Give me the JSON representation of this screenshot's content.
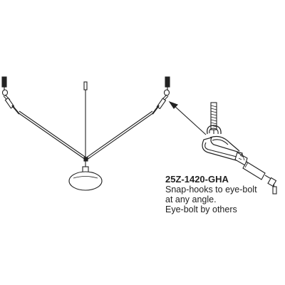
{
  "caption": {
    "part_number": "25Z-1420-GHA",
    "lines": [
      "Snap-hooks to eye-bolt",
      "at any angle.",
      "Eye-bolt by others"
    ]
  },
  "icons": [
    "left-eyebolt-icon",
    "right-eyebolt-icon",
    "center-rod-icon",
    "fixture-icon",
    "snap-hook-detail-icon",
    "arrow-icon"
  ],
  "colors": {
    "line": "#222222",
    "fill": "#ffffff",
    "background": "#ffffff"
  }
}
